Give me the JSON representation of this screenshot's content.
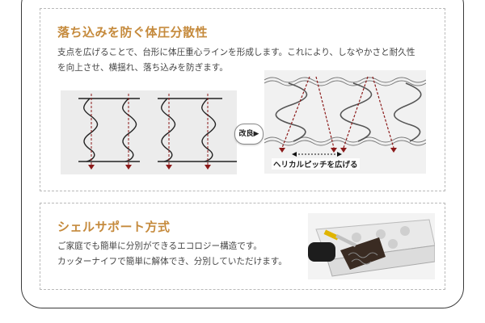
{
  "section_spring": {
    "title": "落ち込みを防ぐ体圧分散性",
    "lines": [
      "支点を広げることで、台形に体圧重心ラインを形成します。これにより、しなやかさと耐久性",
      "を向上させ、横揺れ、落ち込みを防ぎます。"
    ],
    "badge_label": "改良▶",
    "pitch_label": "ヘリカルピッチを広げる"
  },
  "section_shell": {
    "title": "シェルサポート方式",
    "lines": [
      "ご家庭でも簡単に分別ができるエコロジー構造です。",
      "カッターナイフで簡単に解体でき、分別していただけます。"
    ]
  },
  "colors": {
    "heading": "#c58a3c",
    "arrow": "#8b1a1a"
  }
}
